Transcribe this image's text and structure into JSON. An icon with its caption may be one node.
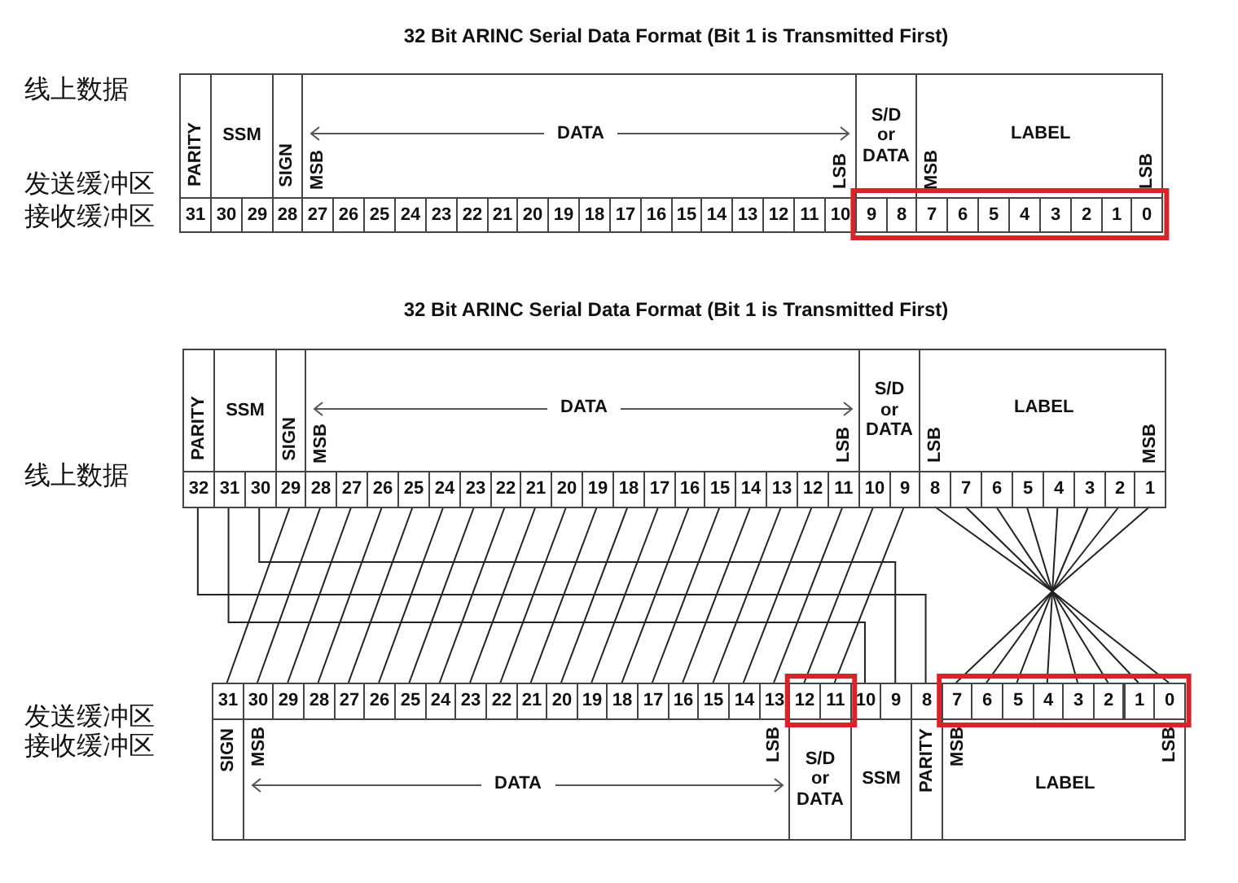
{
  "diagram": {
    "title": "32 Bit ARINC Serial Data Format (Bit 1 is Transmitted First)",
    "nodes": [
      {
        "text": [
          "PARITY"
        ]
      },
      {
        "text": [
          "SSM"
        ]
      },
      {
        "text": [
          "SIGN"
        ]
      },
      {
        "text": [
          "MSB",
          "DATA",
          "LSB"
        ]
      },
      {
        "text": [
          "S/D or DATA"
        ]
      },
      {
        "text": [
          "MSB",
          "LABEL",
          "LSB"
        ]
      },
      {
        "text": [
          "31"
        ]
      },
      {
        "text": [
          "30"
        ]
      },
      {
        "text": [
          "29"
        ]
      },
      {
        "text": [
          "28"
        ]
      },
      {
        "text": [
          "27"
        ]
      },
      {
        "text": [
          "26"
        ]
      },
      {
        "text": [
          "25"
        ]
      },
      {
        "text": [
          "24"
        ]
      },
      {
        "text": [
          "23"
        ]
      },
      {
        "text": [
          "22"
        ]
      },
      {
        "text": [
          "21"
        ]
      },
      {
        "text": [
          "20"
        ]
      },
      {
        "text": [
          "19"
        ]
      },
      {
        "text": [
          "18"
        ]
      },
      {
        "text": [
          "17"
        ]
      },
      {
        "text": [
          "16"
        ]
      },
      {
        "text": [
          "15"
        ]
      },
      {
        "text": [
          "14"
        ]
      },
      {
        "text": [
          "13"
        ]
      },
      {
        "text": [
          "12"
        ]
      },
      {
        "text": [
          "11"
        ]
      },
      {
        "text": [
          "10"
        ]
      },
      {
        "text": [
          "9"
        ]
      },
      {
        "text": [
          "8"
        ]
      },
      {
        "text": [
          "7"
        ]
      },
      {
        "text": [
          "6"
        ]
      },
      {
        "text": [
          "5"
        ]
      },
      {
        "text": [
          "4"
        ]
      },
      {
        "text": [
          "3"
        ]
      },
      {
        "text": [
          "2"
        ]
      },
      {
        "text": [
          "1"
        ]
      },
      {
        "text": [
          "0"
        ]
      },
      {
        "text": [
          "PARITY"
        ]
      },
      {
        "text": [
          "SSM"
        ]
      },
      {
        "text": [
          "SIGN"
        ]
      },
      {
        "text": [
          "MSB",
          "DATA",
          "LSB"
        ]
      },
      {
        "text": [
          "S/D or DATA"
        ]
      },
      {
        "text": [
          "LSB",
          "LABEL",
          "MSB"
        ]
      },
      {
        "text": [
          "32"
        ]
      },
      {
        "text": [
          "31"
        ]
      },
      {
        "text": [
          "30"
        ]
      },
      {
        "text": [
          "29"
        ]
      },
      {
        "text": [
          "28"
        ]
      },
      {
        "text": [
          "27"
        ]
      },
      {
        "text": [
          "26"
        ]
      },
      {
        "text": [
          "25"
        ]
      },
      {
        "text": [
          "24"
        ]
      },
      {
        "text": [
          "23"
        ]
      },
      {
        "text": [
          "22"
        ]
      },
      {
        "text": [
          "21"
        ]
      },
      {
        "text": [
          "20"
        ]
      },
      {
        "text": [
          "19"
        ]
      },
      {
        "text": [
          "18"
        ]
      },
      {
        "text": [
          "17"
        ]
      },
      {
        "text": [
          "16"
        ]
      },
      {
        "text": [
          "15"
        ]
      },
      {
        "text": [
          "14"
        ]
      },
      {
        "text": [
          "13"
        ]
      },
      {
        "text": [
          "12"
        ]
      },
      {
        "text": [
          "11"
        ]
      },
      {
        "text": [
          "10"
        ]
      },
      {
        "text": [
          "9"
        ]
      },
      {
        "text": [
          "8"
        ]
      },
      {
        "text": [
          "7"
        ]
      },
      {
        "text": [
          "6"
        ]
      },
      {
        "text": [
          "5"
        ]
      },
      {
        "text": [
          "4"
        ]
      },
      {
        "text": [
          "3"
        ]
      },
      {
        "text": [
          "2"
        ]
      },
      {
        "text": [
          "1"
        ]
      },
      {
        "text": [
          "31"
        ]
      },
      {
        "text": [
          "30"
        ]
      },
      {
        "text": [
          "29"
        ]
      },
      {
        "text": [
          "28"
        ]
      },
      {
        "text": [
          "27"
        ]
      },
      {
        "text": [
          "26"
        ]
      },
      {
        "text": [
          "25"
        ]
      },
      {
        "text": [
          "24"
        ]
      },
      {
        "text": [
          "23"
        ]
      },
      {
        "text": [
          "22"
        ]
      },
      {
        "text": [
          "21"
        ]
      },
      {
        "text": [
          "20"
        ]
      },
      {
        "text": [
          "19"
        ]
      },
      {
        "text": [
          "18"
        ]
      },
      {
        "text": [
          "17"
        ]
      },
      {
        "text": [
          "16"
        ]
      },
      {
        "text": [
          "15"
        ]
      },
      {
        "text": [
          "14"
        ]
      },
      {
        "text": [
          "13"
        ]
      },
      {
        "text": [
          "12"
        ]
      },
      {
        "text": [
          "11"
        ]
      },
      {
        "text": [
          "10"
        ]
      },
      {
        "text": [
          "9"
        ]
      },
      {
        "text": [
          "8"
        ]
      },
      {
        "text": [
          "7"
        ]
      },
      {
        "text": [
          "6"
        ]
      },
      {
        "text": [
          "5"
        ]
      },
      {
        "text": [
          "4"
        ]
      },
      {
        "text": [
          "3"
        ]
      },
      {
        "text": [
          "2"
        ]
      },
      {
        "text": [
          "1"
        ]
      },
      {
        "text": [
          "0"
        ]
      },
      {
        "text": [
          "SIGN"
        ]
      },
      {
        "text": [
          "MSB",
          "DATA",
          "LSB"
        ]
      },
      {
        "text": [
          "S/D or DATA"
        ]
      },
      {
        "text": [
          "SSM"
        ]
      },
      {
        "text": [
          "PARITY"
        ]
      },
      {
        "text": [
          "MSB",
          "LABEL",
          "LSB"
        ]
      }
    ],
    "edges": [
      {
        "from": 44,
        "to": 99,
        "arrow": "none"
      },
      {
        "from": 45,
        "to": 97,
        "arrow": "none"
      },
      {
        "from": 46,
        "to": 98,
        "arrow": "none"
      },
      {
        "from": 47,
        "to": 76,
        "arrow": "none"
      },
      {
        "from": 48,
        "to": 77,
        "arrow": "none"
      },
      {
        "from": 49,
        "to": 78,
        "arrow": "none"
      },
      {
        "from": 50,
        "to": 79,
        "arrow": "none"
      },
      {
        "from": 51,
        "to": 80,
        "arrow": "none"
      },
      {
        "from": 52,
        "to": 81,
        "arrow": "none"
      },
      {
        "from": 53,
        "to": 82,
        "arrow": "none"
      },
      {
        "from": 54,
        "to": 83,
        "arrow": "none"
      },
      {
        "from": 55,
        "to": 84,
        "arrow": "none"
      },
      {
        "from": 56,
        "to": 85,
        "arrow": "none"
      },
      {
        "from": 57,
        "to": 86,
        "arrow": "none"
      },
      {
        "from": 58,
        "to": 87,
        "arrow": "none"
      },
      {
        "from": 59,
        "to": 88,
        "arrow": "none"
      },
      {
        "from": 60,
        "to": 89,
        "arrow": "none"
      },
      {
        "from": 61,
        "to": 90,
        "arrow": "none"
      },
      {
        "from": 62,
        "to": 91,
        "arrow": "none"
      },
      {
        "from": 63,
        "to": 92,
        "arrow": "none"
      },
      {
        "from": 64,
        "to": 93,
        "arrow": "none"
      },
      {
        "from": 65,
        "to": 94,
        "arrow": "none"
      },
      {
        "from": 66,
        "to": 95,
        "arrow": "none"
      },
      {
        "from": 67,
        "to": 96,
        "arrow": "none"
      },
      {
        "from": 68,
        "to": 107,
        "arrow": "none"
      },
      {
        "from": 69,
        "to": 106,
        "arrow": "none"
      },
      {
        "from": 70,
        "to": 105,
        "arrow": "none"
      },
      {
        "from": 71,
        "to": 104,
        "arrow": "none"
      },
      {
        "from": 72,
        "to": 103,
        "arrow": "none"
      },
      {
        "from": 73,
        "to": 102,
        "arrow": "none"
      },
      {
        "from": 74,
        "to": 101,
        "arrow": "none"
      },
      {
        "from": 75,
        "to": 100,
        "arrow": "none"
      }
    ],
    "labels": [
      "线上数据",
      "发送缓冲区",
      "接收缓冲区",
      "32 Bit ARINC Serial Data Format (Bit 1 is Transmitted First)",
      "线上数据",
      "发送缓冲区",
      "接收缓冲区"
    ]
  }
}
